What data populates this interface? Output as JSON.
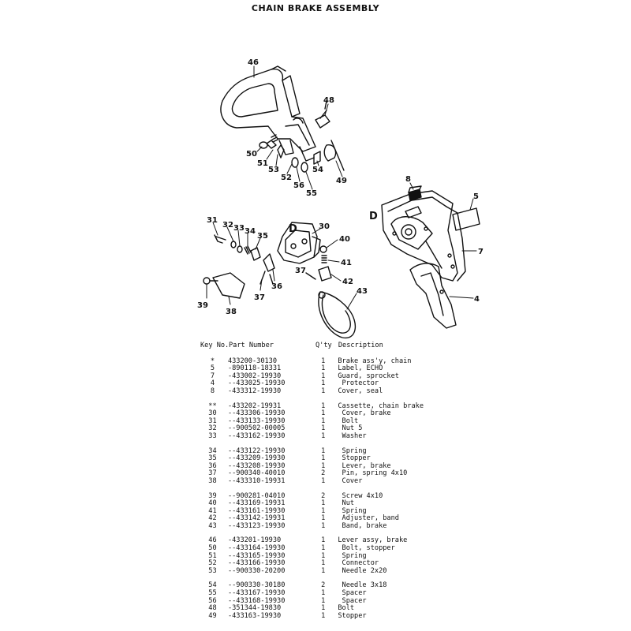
{
  "title": "CHAIN BRAKE ASSEMBLY",
  "diagram": {
    "callouts": [
      "46",
      "48",
      "50",
      "51",
      "53",
      "52",
      "56",
      "55",
      "54",
      "49",
      "8",
      "5",
      "D",
      "7",
      "4",
      "31",
      "32",
      "33",
      "34",
      "35",
      "30",
      "D",
      "40",
      "41",
      "37",
      "42",
      "36",
      "37",
      "39",
      "38",
      "43"
    ]
  },
  "table": {
    "headers": [
      "Key No.",
      "Part Number",
      "Q'ty",
      "Description"
    ],
    "groups": [
      [
        [
          "*",
          "433200-30130",
          "1",
          "Brake ass'y, chain"
        ],
        [
          "5",
          "-890118-18331",
          "1",
          "Label, ECHO"
        ],
        [
          "7",
          "-433002-19930",
          "1",
          "Guard, sprocket"
        ],
        [
          "4",
          "--433025-19930",
          "1",
          " Protector"
        ],
        [
          "8",
          "-433312-19930",
          "1",
          "Cover, seal"
        ]
      ],
      [
        [
          "**",
          "-433202-19931",
          "1",
          "Cassette, chain brake"
        ],
        [
          "30",
          "--433306-19930",
          "1",
          " Cover, brake"
        ],
        [
          "31",
          "--433133-19930",
          "1",
          " Bolt"
        ],
        [
          "32",
          "--900502-00005",
          "1",
          " Nut 5"
        ],
        [
          "33",
          "--433162-19930",
          "1",
          " Washer"
        ]
      ],
      [
        [
          "34",
          "--433122-19930",
          "1",
          " Spring"
        ],
        [
          "35",
          "--433209-19930",
          "1",
          " Stopper"
        ],
        [
          "36",
          "--433208-19930",
          "1",
          " Lever, brake"
        ],
        [
          "37",
          "--900340-40010",
          "2",
          " Pin, spring 4x10"
        ],
        [
          "38",
          "--433310-19931",
          "1",
          " Cover"
        ]
      ],
      [
        [
          "39",
          "--900281-04010",
          "2",
          " Screw 4x10"
        ],
        [
          "40",
          "--433169-19931",
          "1",
          " Nut"
        ],
        [
          "41",
          "--433161-19930",
          "1",
          " Spring"
        ],
        [
          "42",
          "--433142-19931",
          "1",
          " Adjuster, band"
        ],
        [
          "43",
          "--433123-19930",
          "1",
          " Band, brake"
        ]
      ],
      [
        [
          "46",
          "-433201-19930",
          "1",
          "Lever assy, brake"
        ],
        [
          "50",
          "--433164-19930",
          "1",
          " Bolt, stopper"
        ],
        [
          "51",
          "--433165-19930",
          "1",
          " Spring"
        ],
        [
          "52",
          "--433166-19930",
          "1",
          " Connector"
        ],
        [
          "53",
          "--900330-20200",
          "1",
          " Needle 2x20"
        ]
      ],
      [
        [
          "54",
          "--900330-30180",
          "2",
          " Needle 3x18"
        ],
        [
          "55",
          "--433167-19930",
          "1",
          " Spacer"
        ],
        [
          "56",
          "--433168-19930",
          "1",
          " Spacer"
        ],
        [
          "48",
          "-351344-19830",
          "1",
          "Bolt"
        ],
        [
          "49",
          "-433163-19930",
          "1",
          "Stopper"
        ]
      ]
    ]
  }
}
